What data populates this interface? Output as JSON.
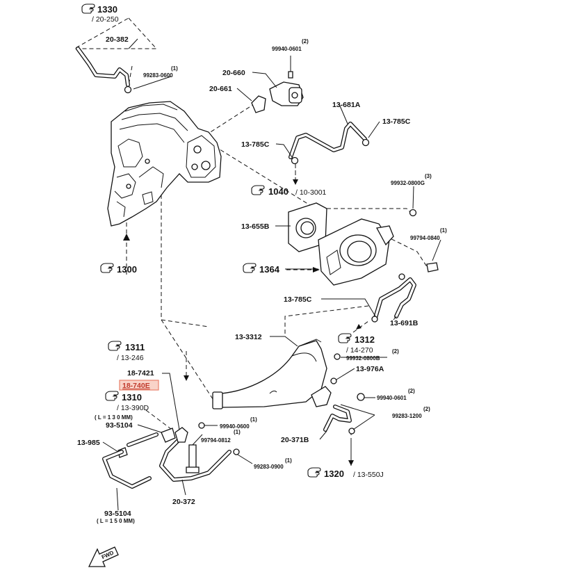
{
  "refs": {
    "r1330": {
      "num": "1330",
      "sub": "/ 20-250"
    },
    "r1040": {
      "num": "1040",
      "sub": "/ 10-3001"
    },
    "r1300": {
      "num": "1300"
    },
    "r1364": {
      "num": "1364"
    },
    "r1311": {
      "num": "1311",
      "sub": "/ 13-246"
    },
    "r1312": {
      "num": "1312",
      "sub": "/ 14-270"
    },
    "r1310": {
      "num": "1310",
      "sub": "/ 13-390D"
    },
    "r1320": {
      "num": "1320",
      "sub": "/ 13-550J"
    }
  },
  "parts": {
    "p20_382": "20-382",
    "p99283_0600_top": "99283-0600",
    "p99283_0600_top_qty": "(1)",
    "p99940_0601_top": "99940-0601",
    "p99940_0601_top_qty": "(2)",
    "p20_660": "20-660",
    "p20_661": "20-661",
    "p13_681A": "13-681A",
    "p13_785C_a": "13-785C",
    "p13_785C_b": "13-785C",
    "p99932_0800G": "99932-0800G",
    "p99932_0800G_qty": "(3)",
    "p13_655B": "13-655B",
    "p99794_0840": "99794-0840",
    "p99794_0840_qty": "(1)",
    "p13_785C_c": "13-785C",
    "p13_691B": "13-691B",
    "p13_3312": "13-3312",
    "p99932_0800B": "99932-0800B",
    "p99932_0800B_qty": "(2)",
    "p13_976A": "13-976A",
    "p18_7421": "18-7421",
    "p18_740E": "18-740E",
    "p99940_0601_bot": "99940-0601",
    "p99940_0601_bot_qty": "(2)",
    "p99283_1200": "99283-1200",
    "p99283_1200_qty": "(2)",
    "p20_371B": "20-371B",
    "p99940_0600": "99940-0600",
    "p99940_0600_qty": "(1)",
    "p99794_0812": "99794-0812",
    "p99794_0812_qty": "(1)",
    "p99283_0900": "99283-0900",
    "p99283_0900_qty": "(1)",
    "p93_5104_a": "93-5104",
    "p93_5104_a_len": "( L = 1 3 0 MM)",
    "p13_985": "13-985",
    "p20_372": "20-372",
    "p93_5104_b": "93-5104",
    "p93_5104_b_len": "( L = 1 5 0 MM)"
  },
  "highlight": {
    "color": "#e8806a"
  },
  "fwd_label": "FWD"
}
